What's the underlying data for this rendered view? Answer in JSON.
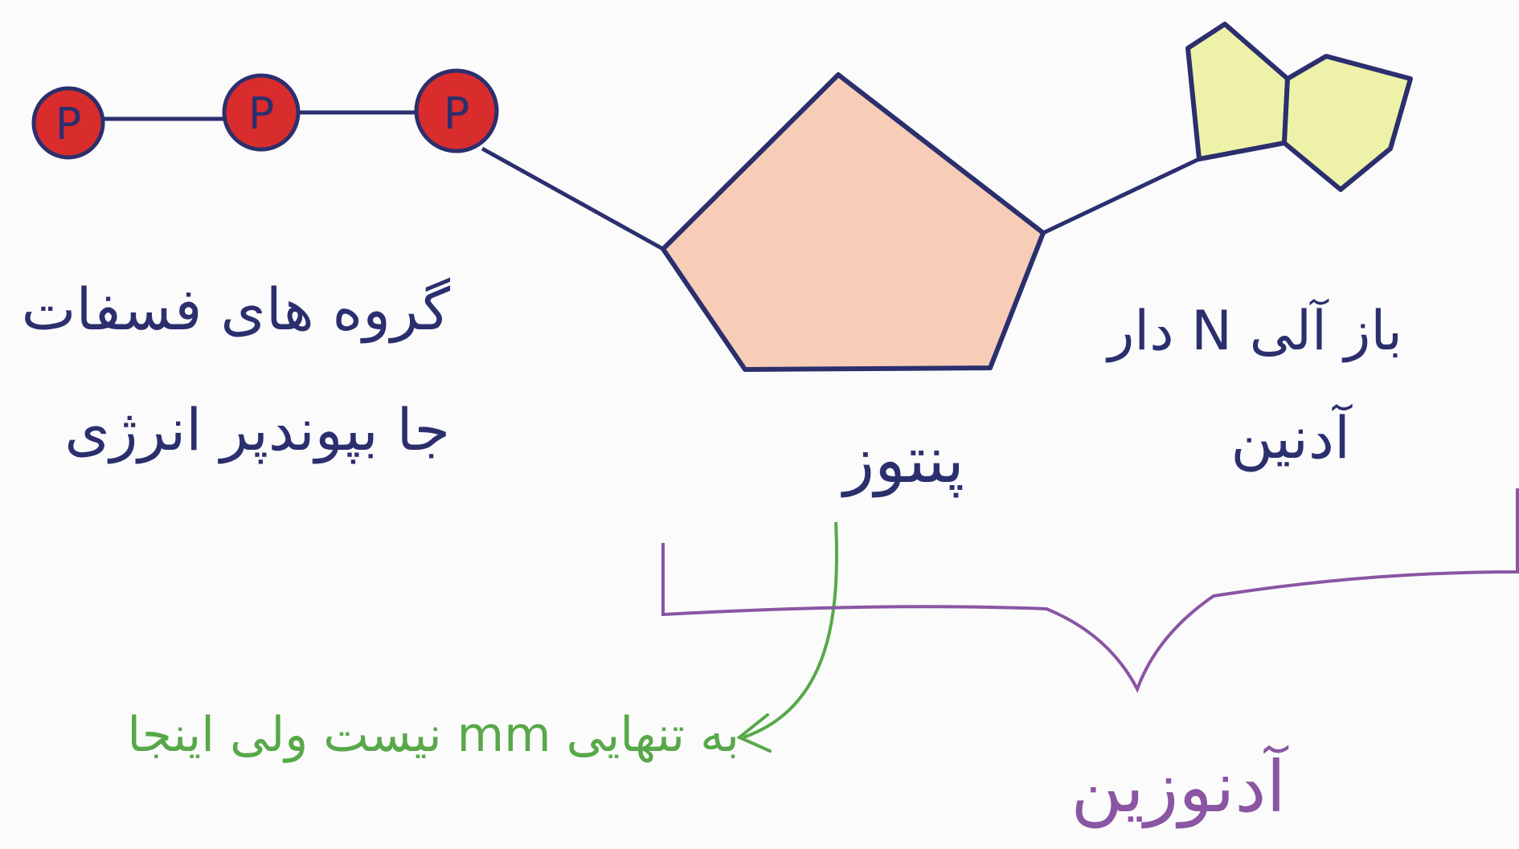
{
  "colors": {
    "ink": "#2b2f6e",
    "phosphate_fill": "#d92c2c",
    "sugar_fill": "#f7cdb8",
    "base_fill": "#eef2a8",
    "arrow_green": "#58a84a",
    "bracket_purple": "#8a55a3"
  },
  "phosphates": [
    {
      "label": "P"
    },
    {
      "label": "P"
    },
    {
      "label": "P"
    }
  ],
  "labels": {
    "phosphate_line1": "گروه های فسفات",
    "phosphate_line2": "جا بپوندپر انرژی",
    "sugar": "پنتوز",
    "base_line1": "باز آلی N دار",
    "base_line2": "آدنین",
    "green_note": "به تنهایی mm نیست ولی اینجا",
    "adenosine": "آدنوزین"
  }
}
